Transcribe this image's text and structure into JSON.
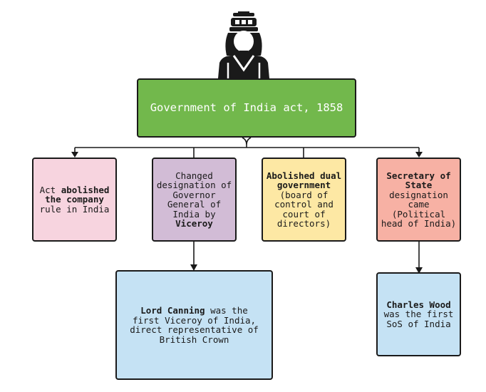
{
  "root": {
    "text": "Government of India act, 1858"
  },
  "boxes": {
    "company": {
      "pre": "Act ",
      "bold": "abolished the company",
      "post": " rule in India"
    },
    "viceroy": {
      "pre": "Changed designation of Governor General of India by ",
      "bold": "Viceroy",
      "post": ""
    },
    "dual": {
      "pre": "",
      "bold": "Abolished dual government",
      "post": " (board of control and court of directors)"
    },
    "sos": {
      "pre": "",
      "bold": "Secretary of State",
      "post": " designation came (Political head of India)"
    },
    "canning": {
      "pre": "",
      "bold": "Lord Canning",
      "post": " was the first Viceroy of India, direct representative of British Crown"
    },
    "wood": {
      "pre": "",
      "bold": "Charles Wood",
      "post": " was the first SoS of India"
    }
  },
  "colors": {
    "root": "#72b84c",
    "company": "#f7d4df",
    "viceroy": "#d2bcd6",
    "dual": "#fde8a4",
    "sos": "#f7b1a4",
    "detail": "#c5e2f4"
  },
  "icon": "queen-icon"
}
